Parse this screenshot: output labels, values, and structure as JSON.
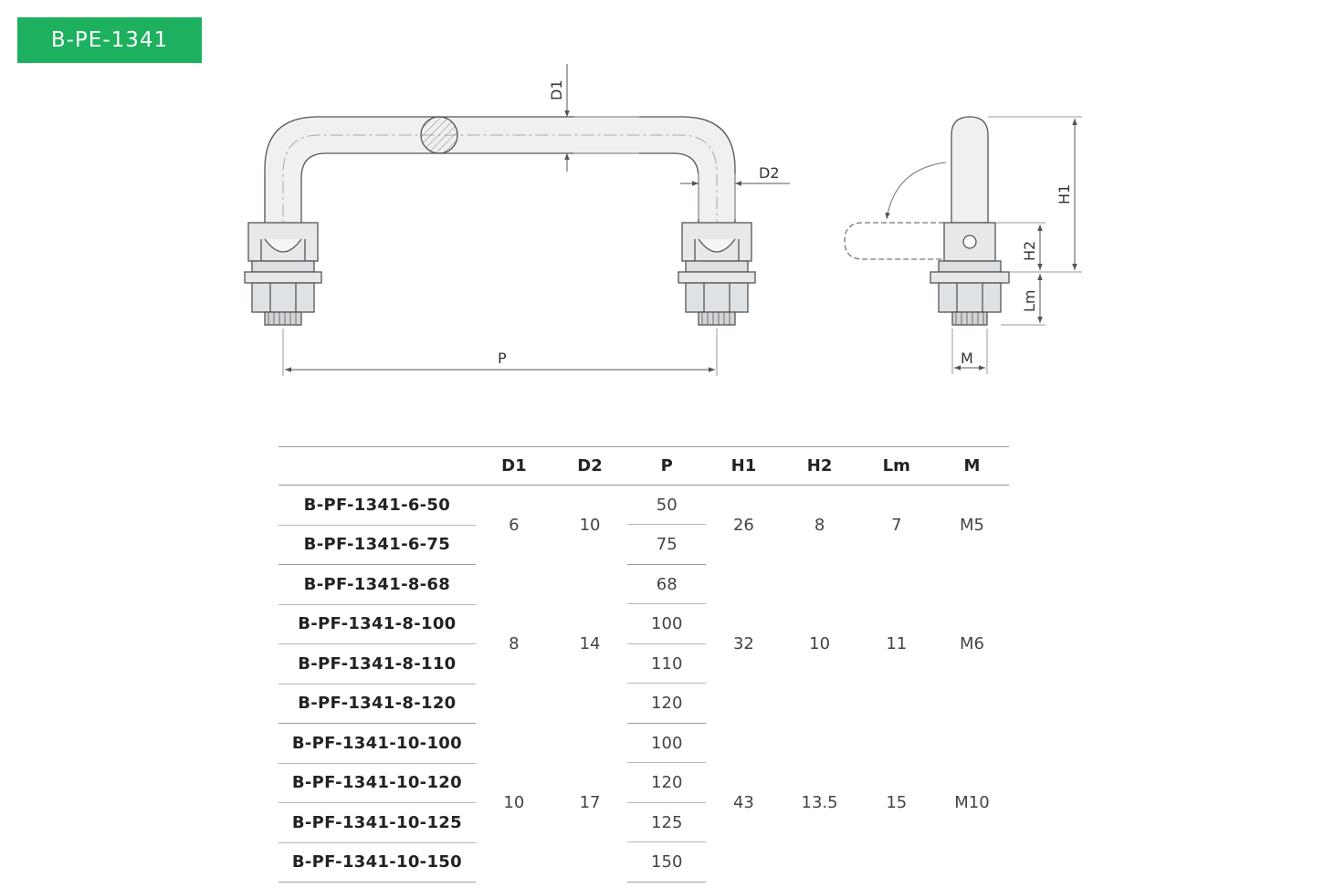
{
  "badge": {
    "label": "B-PE-1341",
    "color": "#1db15f"
  },
  "drawing": {
    "labels": {
      "d1": "D1",
      "d2": "D2",
      "p": "P",
      "h1": "H1",
      "h2": "H2",
      "lm": "Lm",
      "m": "M"
    }
  },
  "table": {
    "headers": [
      "",
      "D1",
      "D2",
      "P",
      "H1",
      "H2",
      "Lm",
      "M"
    ],
    "groups": [
      {
        "d1": "6",
        "d2": "10",
        "h1": "26",
        "h2": "8",
        "lm": "7",
        "m": "M5",
        "rows": [
          {
            "model": "B-PF-1341-6-50",
            "p": "50"
          },
          {
            "model": "B-PF-1341-6-75",
            "p": "75"
          }
        ]
      },
      {
        "d1": "8",
        "d2": "14",
        "h1": "32",
        "h2": "10",
        "lm": "11",
        "m": "M6",
        "rows": [
          {
            "model": "B-PF-1341-8-68",
            "p": "68"
          },
          {
            "model": "B-PF-1341-8-100",
            "p": "100"
          },
          {
            "model": "B-PF-1341-8-110",
            "p": "110"
          },
          {
            "model": "B-PF-1341-8-120",
            "p": "120"
          }
        ]
      },
      {
        "d1": "10",
        "d2": "17",
        "h1": "43",
        "h2": "13.5",
        "lm": "15",
        "m": "M10",
        "rows": [
          {
            "model": "B-PF-1341-10-100",
            "p": "100"
          },
          {
            "model": "B-PF-1341-10-120",
            "p": "120"
          },
          {
            "model": "B-PF-1341-10-125",
            "p": "125"
          },
          {
            "model": "B-PF-1341-10-150",
            "p": "150"
          }
        ]
      }
    ]
  }
}
